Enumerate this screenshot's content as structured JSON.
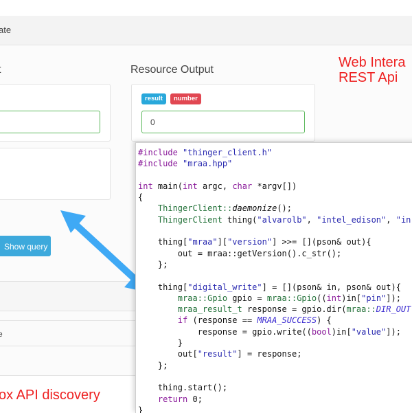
{
  "topbar": {
    "title": "ate"
  },
  "resource_input": {
    "title_partial": "t"
  },
  "resource_output": {
    "title": "Resource Output",
    "badges": [
      "result",
      "number"
    ],
    "value": "0"
  },
  "show_query_label": "Show query",
  "list_strip": {
    "row_text": "e"
  },
  "annotations": {
    "web_line1": "Web Intera",
    "web_line2": "REST Api",
    "bottom": "ox API discovery"
  },
  "colors": {
    "badge_result": "#29a8db",
    "badge_number": "#e14752",
    "annotation": "#ee2222",
    "arrow": "#3fa9f5",
    "success_border": "#5cb85c"
  },
  "code": {
    "include1_kw": "#include",
    "include1_str": "\"thinger_client.h\"",
    "include2_kw": "#include",
    "include2_str": "\"mraa.hpp\"",
    "main_int": "int",
    "main_sig": " main(",
    "main_int2": "int",
    "main_argc": " argc, ",
    "main_char": "char",
    "main_argv": " *argv[])",
    "brace_open": "{",
    "daemon_cls": "ThingerClient::",
    "daemon_fn": "daemonize",
    "daemon_end": "();",
    "thing_cls": "ThingerClient",
    "thing_decl": " thing(",
    "thing_s1": "\"alvarolb\"",
    "thing_sep": ", ",
    "thing_s2": "\"intel_edison\"",
    "thing_sep2": ", ",
    "thing_s3": "\"in",
    "v_thing": "thing[",
    "v_s1": "\"mraa\"",
    "v_mid": "][",
    "v_s2": "\"version\"",
    "v_end": "] >>= [](pson& out){",
    "v_body": "out = mraa::getVersion().c_str();",
    "v_close": "};",
    "dw_thing": "thing[",
    "dw_s": "\"digital_write\"",
    "dw_end": "] = [](pson& in, pson& out){",
    "gpio_cls": "mraa::Gpio",
    "gpio_mid": " gpio = ",
    "gpio_cls2": "mraa::Gpio",
    "gpio_p1": "((",
    "gpio_int": "int",
    "gpio_p2": ")in[",
    "gpio_s": "\"pin\"",
    "gpio_end": "]);",
    "res_type": "mraa_result_t",
    "res_mid": " response = gpio.dir(",
    "res_ns": "mraa::",
    "res_out": "DIR_OUT",
    "if_kw": "if",
    "if_open": " (response == ",
    "if_succ": "MRAA_SUCCESS",
    "if_close": ") {",
    "write_pre": "response = gpio.write((",
    "write_bool": "bool",
    "write_mid": ")in[",
    "write_s": "\"value\"",
    "write_end": "]);",
    "inner_close": "}",
    "out_pre": "out[",
    "out_s": "\"result\"",
    "out_end": "] = response;",
    "lambda_close": "};",
    "start": "thing.start();",
    "ret_kw": "return",
    "ret_end": " 0;",
    "brace_close": "}"
  }
}
